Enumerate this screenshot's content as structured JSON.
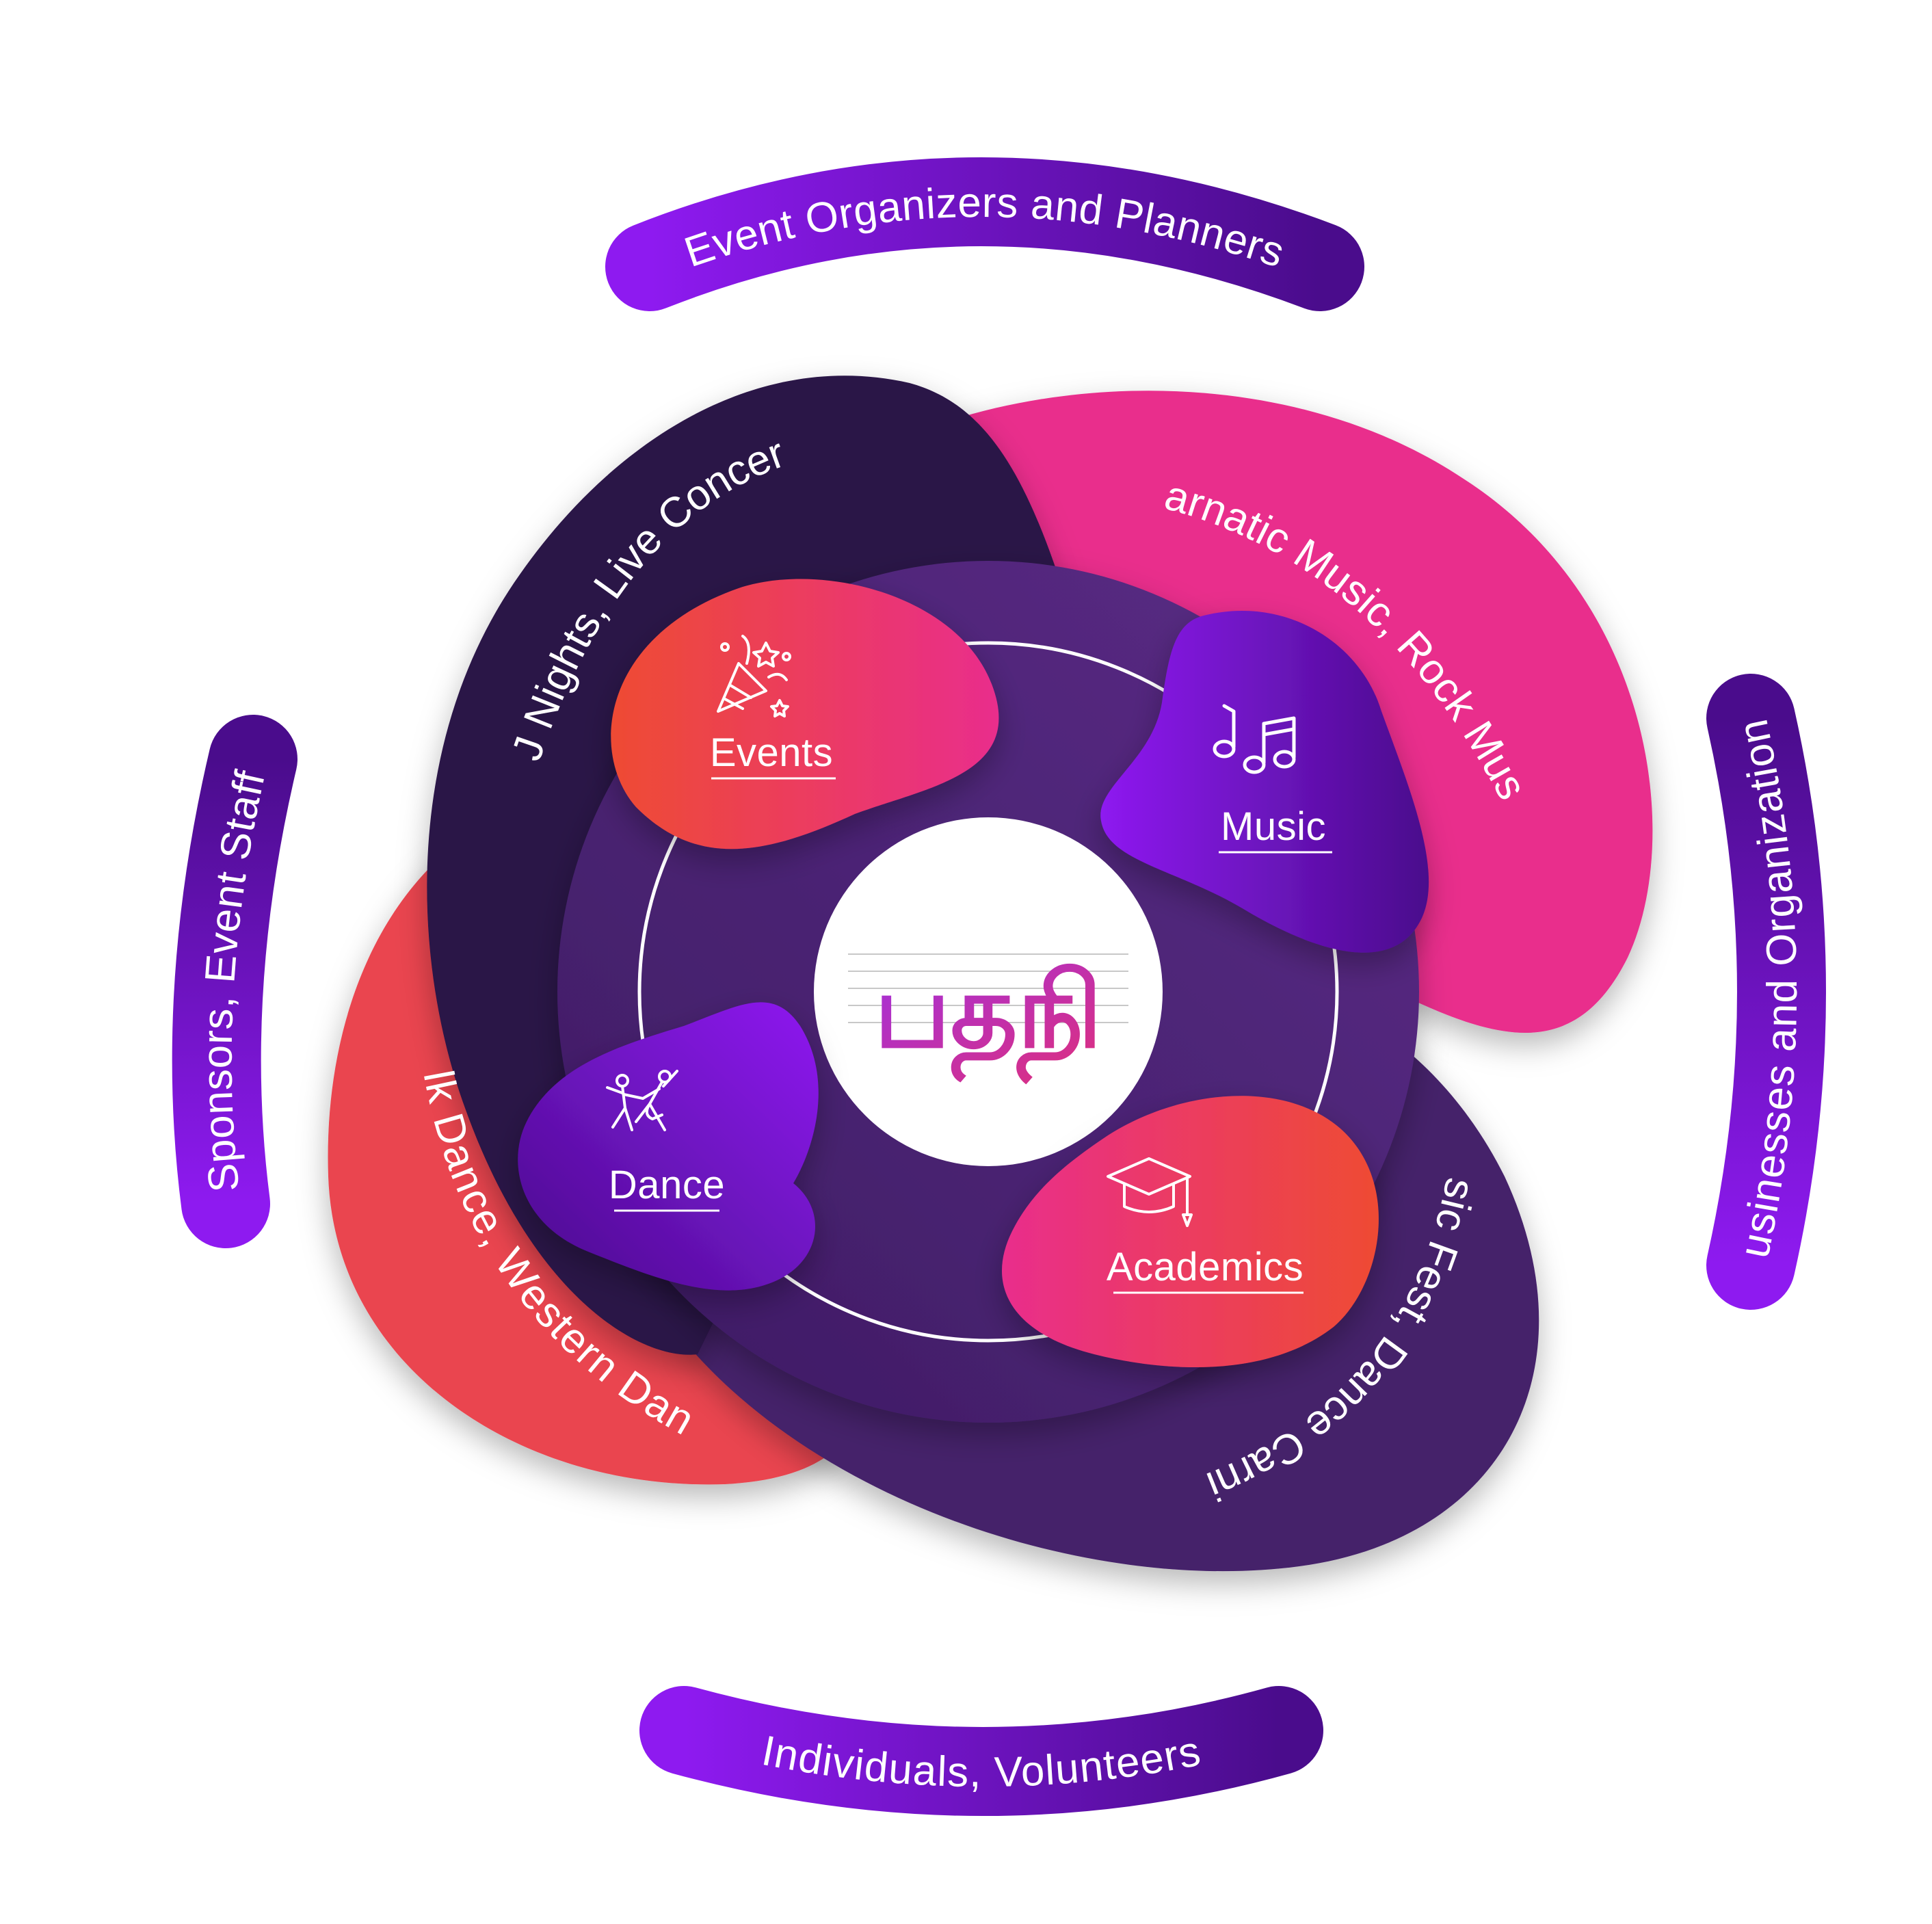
{
  "outer_ring": {
    "top": "Event Organizers and Planners",
    "right": "Businesses and Organizations",
    "bottom": "Individuals, Volunteers",
    "left": "Sponsors,  Event Staff"
  },
  "petals": {
    "dark_top": "DJ Nights,  Live Concert",
    "pink_right": "Carnatic Music,  Rock Music",
    "dark_bottom": "Music Fest, Dance Carnival",
    "red_left": "Folk Dance, Western Dance"
  },
  "categories": {
    "events": {
      "label": "Events",
      "icon": "party-popper-icon"
    },
    "music": {
      "label": "Music",
      "icon": "music-notes-icon"
    },
    "dance": {
      "label": "Dance",
      "icon": "dancing-couple-icon"
    },
    "academics": {
      "label": "Academics",
      "icon": "graduation-cap-icon"
    }
  },
  "center_logo": {
    "name": "tamil-music-logo",
    "text": "பதநி"
  },
  "colors": {
    "purple_light": "#8E1AF0",
    "purple_dark": "#4A0C8C",
    "dark_plum": "#2A1246",
    "mid_plum": "#48236F",
    "pink": "#E92D8C",
    "coral": "#EA4450",
    "orange": "#EE4B33"
  }
}
